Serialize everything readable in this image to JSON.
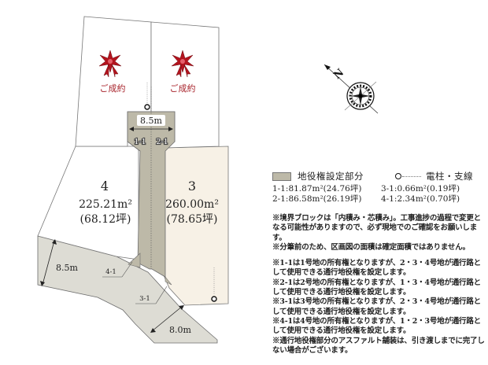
{
  "plan": {
    "lots": [
      {
        "id": "1",
        "status": "ご成約"
      },
      {
        "id": "2",
        "status": "ご成約"
      },
      {
        "id": "3",
        "number": "3",
        "area_m2": "260.00m²",
        "area_tsubo": "(78.65坪)"
      },
      {
        "id": "4",
        "number": "4",
        "area_m2": "225.21m²",
        "area_tsubo": "(68.12坪)"
      }
    ],
    "dimensions": {
      "driveway_width": "8.5m",
      "road_width_left": "8.5m",
      "road_width_right": "8.0m"
    },
    "easement_labels": {
      "e11": "1-1",
      "e21": "2-1",
      "e31": "3-1",
      "e41": "4-1"
    },
    "compass": {
      "north_label": "N"
    },
    "colors": {
      "easement": "#bdb9a8",
      "road": "#dddcd4",
      "lot3": "#f7f1e6",
      "sold_text": "#a8242c",
      "bow": "#b3141e"
    }
  },
  "legend": {
    "easement_label": "地役権設定部分",
    "pole_label": "電柱・支線",
    "areas": [
      "1-1:81.87m²(24.76坪)",
      "3-1:0.66m²(0.19坪)",
      "2-1:86.58m²(26.19坪)",
      "4-1:2.34m²(0.70坪)"
    ]
  },
  "notes": {
    "n1": "※境界ブロックは「内積み・芯積み」。工事進捗の過程で変更となる可能性がありますので、必ず現地でのご確認をお願いします。",
    "n2": "※分筆前のため、区画図の面積は確定面積ではありません。",
    "n3": "※1-1は1号地の所有権となりますが、2・3・4号地が通行路として使用できる通行地役権を設定します。",
    "n4": "※2-1は2号地の所有権となりますが、1・3・4号地が通行路として使用できる通行地役権を設定します。",
    "n5": "※3-1は3号地の所有権となりますが、2・3・4号地が通行路として使用できる通行地役権を設定します。",
    "n6": "※4-1は4号地の所有権となりますが、1・2・3号地が通行路として使用できる通行地役権を設定します。",
    "n7": "※通行地役権部分のアスファルト舗装は、引き渡しまでに完了しない場合がございます。"
  }
}
